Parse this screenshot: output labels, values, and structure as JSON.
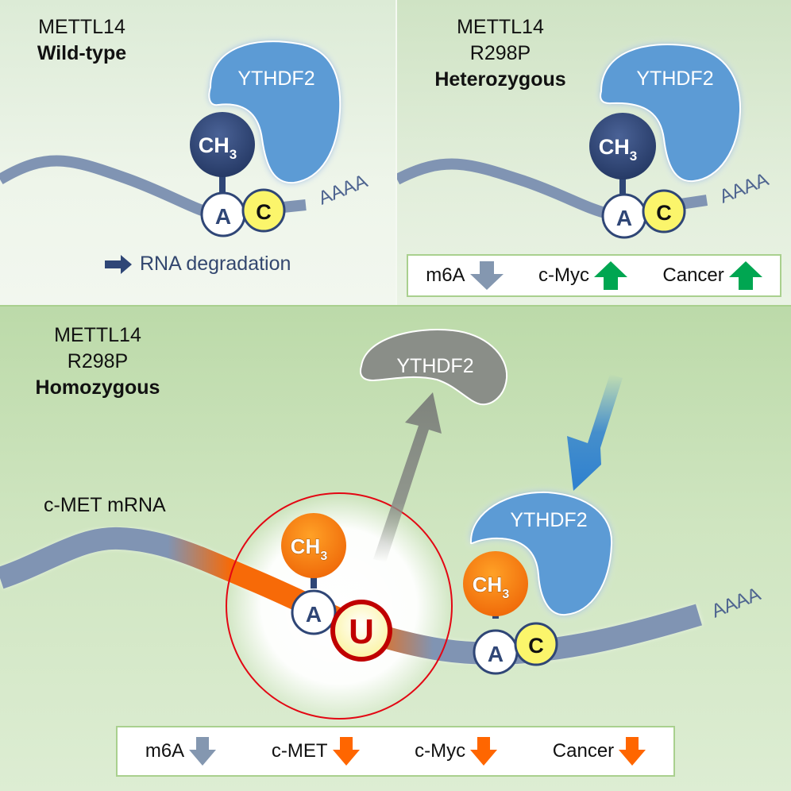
{
  "colors": {
    "rna_strand": "#8094b3",
    "ch3_dark": "#2f4676",
    "ch3_orange": "#f57a10",
    "ythdf2_blue": "#5b9bd5",
    "ythdf2_grey": "#8a8e88",
    "nucleotide_c": "#fbf56b",
    "mutant_u_ring": "#c00000",
    "arrow_up_green": "#00a651",
    "arrow_down_orange": "#ff6600",
    "arrow_down_grey": "#8497b0",
    "recruit_arrow_blue": "#2e80cf",
    "red_circle": "#e30613"
  },
  "panels": {
    "wild_type": {
      "title_line1": "METTL14",
      "title_line2": "Wild-type",
      "protein": "YTHDF2",
      "methyl": "CH",
      "methyl_sub": "3",
      "nucleotide_a": "A",
      "nucleotide_c": "C",
      "polya": "AAAA",
      "caption": "RNA degradation"
    },
    "heterozygous": {
      "title_line1": "METTL14",
      "title_line2": "R298P",
      "title_line3": "Heterozygous",
      "protein": "YTHDF2",
      "methyl": "CH",
      "methyl_sub": "3",
      "nucleotide_a": "A",
      "nucleotide_c": "C",
      "polya": "AAAA",
      "legend": [
        {
          "label": "m6A",
          "direction": "down",
          "color": "arrow_down_grey"
        },
        {
          "label": "c-Myc",
          "direction": "up",
          "color": "arrow_up_green"
        },
        {
          "label": "Cancer",
          "direction": "up",
          "color": "arrow_up_green"
        }
      ]
    },
    "homozygous": {
      "title_line1": "METTL14",
      "title_line2": "R298P",
      "title_line3": "Homozygous",
      "rna_label": "c-MET mRNA",
      "released_protein": "YTHDF2",
      "bound_protein": "YTHDF2",
      "methyl": "CH",
      "methyl_sub": "3",
      "nucleotide_a": "A",
      "nucleotide_u": "U",
      "nucleotide_c": "C",
      "polya": "AAAA",
      "legend": [
        {
          "label": "m6A",
          "direction": "down",
          "color": "arrow_down_grey"
        },
        {
          "label": "c-MET",
          "direction": "down",
          "color": "arrow_down_orange"
        },
        {
          "label": "c-Myc",
          "direction": "down",
          "color": "arrow_down_orange"
        },
        {
          "label": "Cancer",
          "direction": "down",
          "color": "arrow_down_orange"
        }
      ]
    }
  }
}
